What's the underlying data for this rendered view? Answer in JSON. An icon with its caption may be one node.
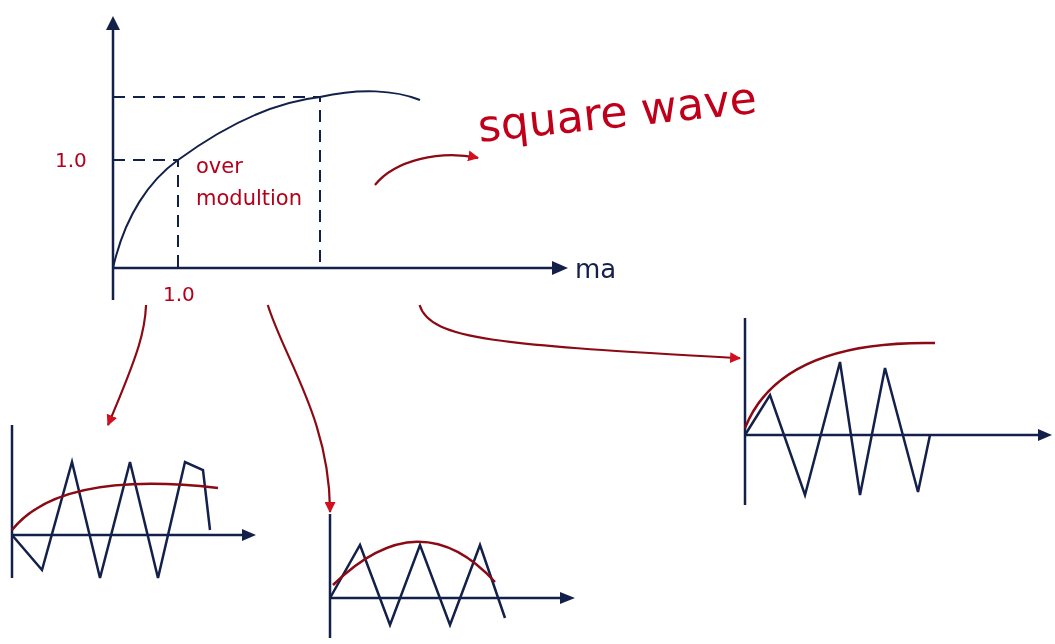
{
  "diagram": {
    "nodes": [
      {
        "text": [],
        "shape": "picture"
      },
      {
        "text": [
          "square wave"
        ]
      },
      {
        "text": [],
        "shape": "picture"
      },
      {
        "text": [],
        "shape": "picture"
      },
      {
        "text": [],
        "shape": "picture"
      }
    ],
    "edges": [
      {
        "from": 0,
        "to": 1,
        "arrow": "to"
      },
      {
        "from": 0,
        "to": 2,
        "arrow": "to"
      },
      {
        "from": 0,
        "to": 3,
        "arrow": "to"
      },
      {
        "from": 0,
        "to": 4,
        "arrow": "to"
      }
    ],
    "labels": [
      "1.0",
      "over modultion",
      "ma",
      "1.0"
    ]
  }
}
